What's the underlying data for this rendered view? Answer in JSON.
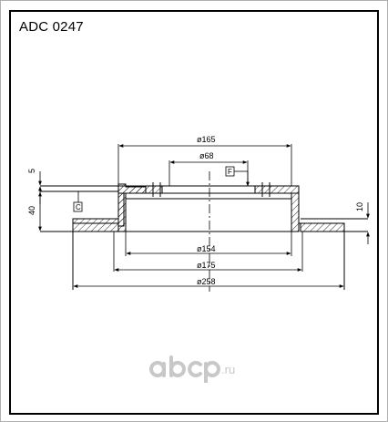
{
  "title": "ADC 0247",
  "dimensions": {
    "d165": "ø165",
    "d68": "ø68",
    "d154": "ø154",
    "d175": "ø175",
    "d258": "ø258",
    "h5": "5",
    "h40": "40",
    "h10": "10"
  },
  "markers": {
    "flatness": "F",
    "runout": "C"
  },
  "watermark": {
    "brand": "abcp",
    "suffix": ".ru"
  }
}
